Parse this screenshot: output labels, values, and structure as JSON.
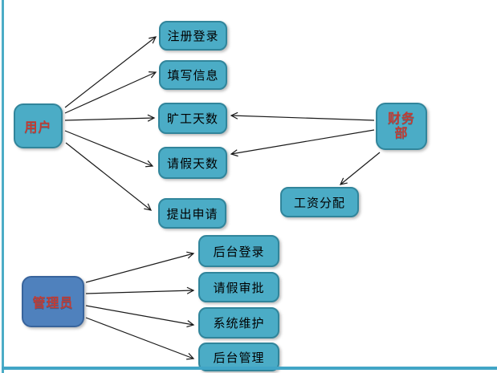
{
  "colors": {
    "usecase_fill": "#4bacc6",
    "usecase_border": "#31859b",
    "actor_user_fill": "#4bacc6",
    "actor_admin_fill": "#4f81bd",
    "actor_text": "#c23b33",
    "node_text": "#000000",
    "arrow": "#1a1a1a",
    "page_border": "#4bacc6"
  },
  "diagram": {
    "actors": {
      "user": {
        "label": "用户"
      },
      "finance": {
        "line1": "财务",
        "line2": "部"
      },
      "admin": {
        "label": "管理员"
      }
    },
    "usecases": {
      "register_login": "注册登录",
      "fill_info": "填写信息",
      "absence_days": "旷工天数",
      "leave_days": "请假天数",
      "submit_application": "提出申请",
      "salary_distribution": "工资分配",
      "backend_login": "后台登录",
      "leave_approval": "请假审批",
      "system_maintenance": "系统维护",
      "backend_management": "后台管理"
    },
    "edges": [
      {
        "from": "用户",
        "to": "注册登录"
      },
      {
        "from": "用户",
        "to": "填写信息"
      },
      {
        "from": "用户",
        "to": "旷工天数"
      },
      {
        "from": "用户",
        "to": "请假天数"
      },
      {
        "from": "用户",
        "to": "提出申请"
      },
      {
        "from": "财务部",
        "to": "旷工天数"
      },
      {
        "from": "财务部",
        "to": "请假天数"
      },
      {
        "from": "财务部",
        "to": "工资分配"
      },
      {
        "from": "管理员",
        "to": "后台登录"
      },
      {
        "from": "管理员",
        "to": "请假审批"
      },
      {
        "from": "管理员",
        "to": "系统维护"
      },
      {
        "from": "管理员",
        "to": "后台管理"
      }
    ]
  }
}
